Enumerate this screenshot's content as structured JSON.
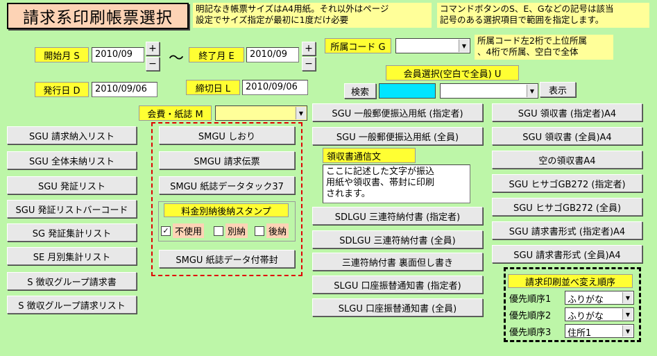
{
  "title": "請求系印刷帳票選択",
  "notes": {
    "paper": "明記なき帳票サイズはA4用紙。それ以外はページ\n設定でサイズ指定が最初に1度だけ必要",
    "command": "コマンドボタンのS、E、Gなどの記号は該当\n記号のある選択項目で範囲を指定します。",
    "shozoku": "所属コード左2桁で上位所属\n、4桁で所属、空白で全体"
  },
  "range": {
    "start_label": "開始月 S",
    "start_value": "2010/09",
    "tilde": "〜",
    "end_label": "終了月 E",
    "end_value": "2010/09",
    "issue_label": "発行日 D",
    "issue_value": "2010/09/06",
    "close_label": "締切日 L",
    "close_value": "2010/09/06",
    "plus": "+",
    "minus": "−"
  },
  "shozoku": {
    "label": "所属コード G",
    "value": "",
    "arrow": "▼"
  },
  "member": {
    "label": "会員選択(空白で全員) U",
    "search_button": "検索",
    "value": "",
    "show_button": "表示"
  },
  "kaihi": {
    "label": "会費・紙誌 M",
    "value": ""
  },
  "left_buttons": [
    "SGU 請求納入リスト",
    "SGU 全体未納リスト",
    "SGU 発証リスト",
    "SGU 発証リストバーコード",
    "SG 発証集計リスト",
    "SE 月別集計リスト",
    "S 徴収グループ請求書",
    "S 徴収グループ請求リスト"
  ],
  "smgu_buttons": [
    "SMGU しおり",
    "SMGU 請求伝票",
    "SMGU 紙誌データタック37"
  ],
  "stamp": {
    "title": "料金別納後納スタンプ",
    "options": [
      {
        "label": "不使用",
        "checked": true,
        "mark": "✓"
      },
      {
        "label": "別納",
        "checked": false,
        "mark": ""
      },
      {
        "label": "後納",
        "checked": false,
        "mark": ""
      }
    ]
  },
  "smgu_band_button": "SMGU 紙誌データ付帯封",
  "middle_buttons_top": [
    "SGU 一般郵便振込用紙 (指定者)",
    "SGU 一般郵便振込用紙 (全員)"
  ],
  "receipt_text": {
    "label": "領収書通信文",
    "value": "ここに記述した文字が振込\n用紙や領収書、帯封に印刷\nされます。"
  },
  "middle_buttons_bottom": [
    "SDLGU 三連符納付書 (指定者)",
    "SDLGU 三連符納付書 (全員)",
    "三連符納付書 裏面但し書き",
    "SLGU 口座振替通知書 (指定者)",
    "SLGU 口座振替通知書 (全員)"
  ],
  "right_buttons": [
    "SGU 領収書 (指定者)A4",
    "SGU 領収書 (全員)A4",
    "空の領収書A4",
    "SGU ヒサゴGB272 (指定者)",
    "SGU ヒサゴGB272 (全員)",
    "SGU 請求書形式 (指定者)A4",
    "SGU 請求書形式 (全員)A4"
  ],
  "sort": {
    "title": "請求印刷並べ変え順序",
    "rows": [
      {
        "label": "優先順序1",
        "value": "ふりがな"
      },
      {
        "label": "優先順序2",
        "value": "ふりがな"
      },
      {
        "label": "優先順序3",
        "value": "住所1"
      }
    ]
  },
  "colors": {
    "background": "#bdf6a8",
    "label_yellow": "#ffff33",
    "note_yellow": "#ffff99",
    "title_peach": "#fdd3b5",
    "frame_red": "#e00000",
    "cyan": "#00e5ff"
  }
}
